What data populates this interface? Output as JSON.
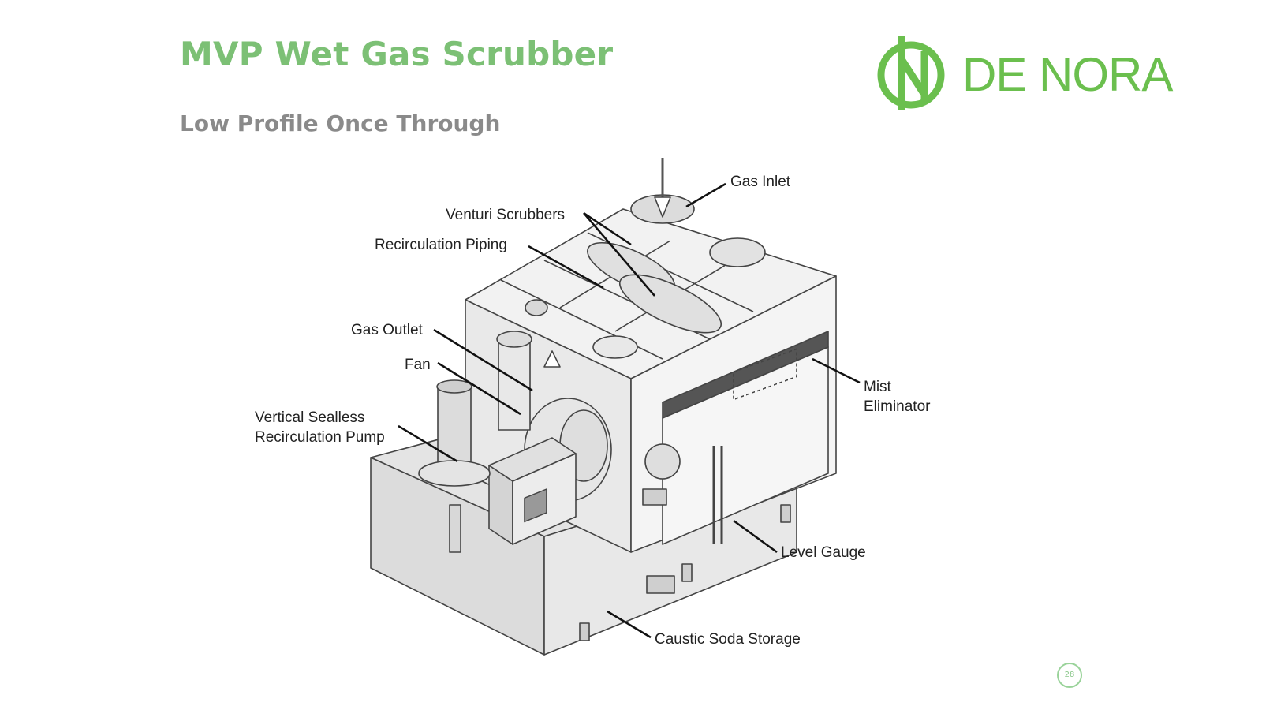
{
  "slide": {
    "title": "MVP Wet Gas Scrubber",
    "subtitle": "Low Profile Once Through",
    "page_number": "28"
  },
  "brand": {
    "logo_text": "DE NORA",
    "color": "#6bbf4e"
  },
  "labels": {
    "gas_inlet": "Gas Inlet",
    "venturi_scrubbers": "Venturi Scrubbers",
    "recirculation_piping": "Recirculation Piping",
    "gas_outlet": "Gas Outlet",
    "fan": "Fan",
    "pump": "Vertical Sealless\nRecirculation Pump",
    "mist_eliminator": "Mist\nEliminator",
    "level_gauge": "Level Gauge",
    "caustic_soda_storage": "Caustic Soda Storage"
  }
}
